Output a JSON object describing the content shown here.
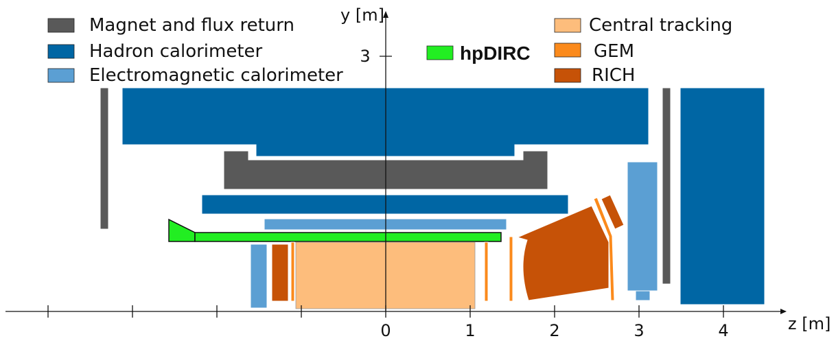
{
  "colors": {
    "magnet": "#595959",
    "hadron": "#0066a4",
    "em": "#5b9fd3",
    "hpdirc": "#22ee22",
    "tracking": "#fdbd7c",
    "gem": "#fb8a1c",
    "rich": "#c65207",
    "axis": "#111111"
  },
  "legend": {
    "magnet": "Magnet and flux return",
    "hadron": "Hadron calorimeter",
    "em": "Electromagnetic calorimeter",
    "hpdirc": "hpDIRC",
    "tracking": "Central tracking",
    "gem": "GEM",
    "rich": "RICH"
  },
  "axes": {
    "xlabel": "z [m]",
    "ylabel": "y [m]",
    "x_ticks": [
      {
        "value": 0,
        "label": "0"
      },
      {
        "value": 1,
        "label": "1"
      },
      {
        "value": 2,
        "label": "2"
      },
      {
        "value": 3,
        "label": "3"
      },
      {
        "value": 4,
        "label": "4"
      }
    ],
    "x_minor_unlabeled": [
      -4,
      -3,
      -2,
      -1
    ],
    "y_ticks": [
      {
        "value": 3,
        "label": "3"
      }
    ]
  }
}
